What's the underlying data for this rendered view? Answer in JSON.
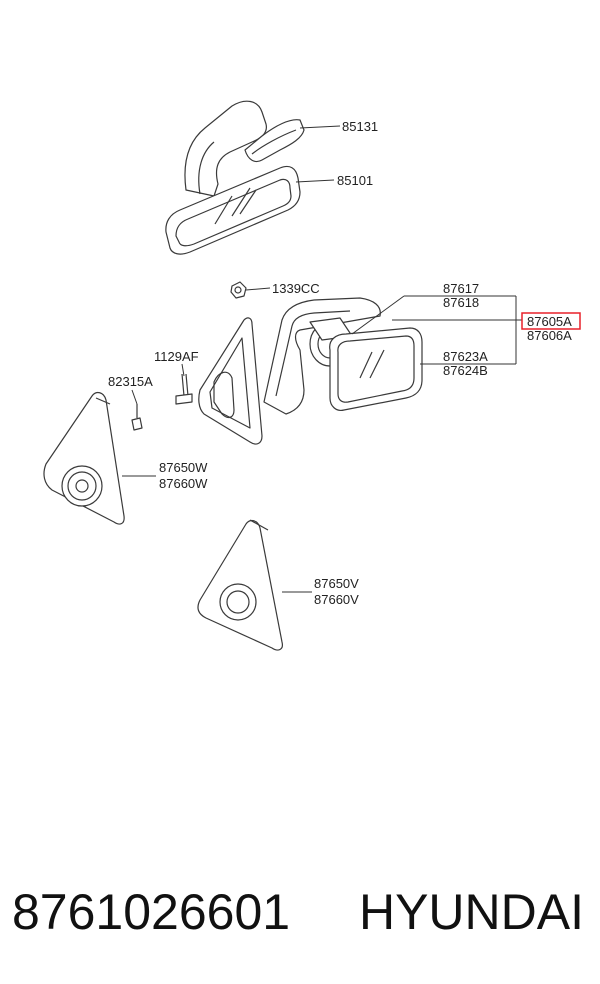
{
  "labels": {
    "l85131": "85131",
    "l85101": "85101",
    "l1339cc": "1339CC",
    "l87617": "87617",
    "l87618": "87618",
    "l87605a": "87605A",
    "l87606a": "87606A",
    "l87623a": "87623A",
    "l87624b": "87624B",
    "l1129af": "1129AF",
    "l82315a": "82315A",
    "l87650w": "87650W",
    "l87660w": "87660W",
    "l87650v": "87650V",
    "l87660v": "87660V"
  },
  "footer": {
    "part_number": "8761026601",
    "brand": "HYUNDAI"
  },
  "colors": {
    "highlight": "#e8202a",
    "line": "#333333"
  }
}
